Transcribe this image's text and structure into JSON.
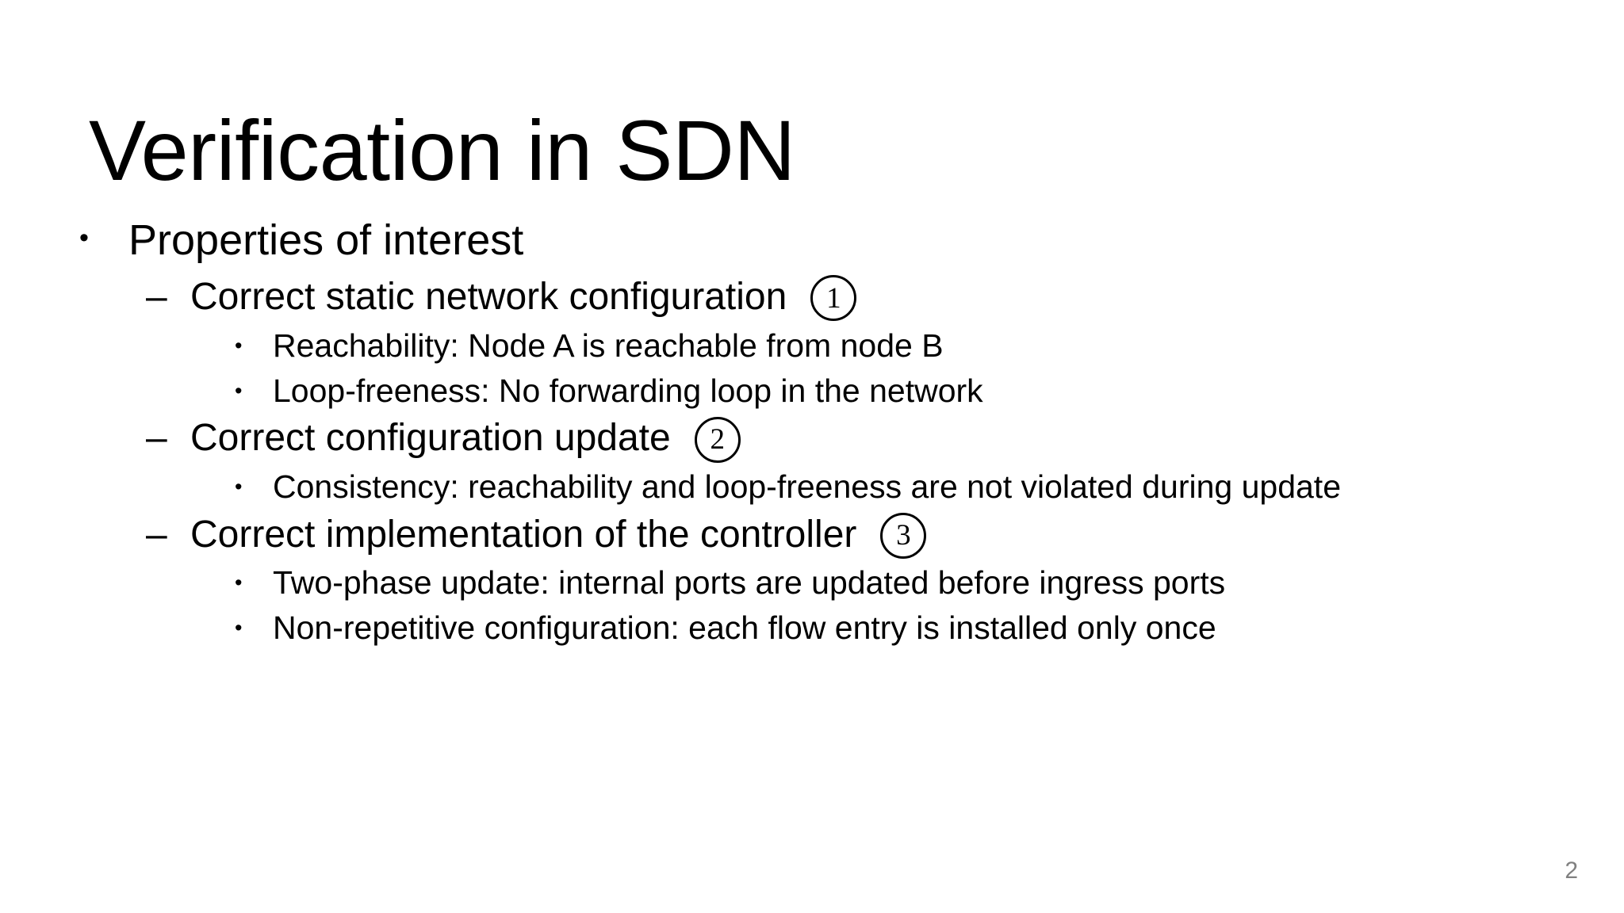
{
  "slide": {
    "title": "Verification in SDN",
    "page_number": "2",
    "page_number_color": "#808080",
    "text_color": "#000000",
    "background_color": "#ffffff",
    "markers": {
      "level1_bullet": "•",
      "level2_dash": "–",
      "level3_bullet": "•"
    },
    "content": [
      {
        "level": 1,
        "text": "Properties of interest"
      },
      {
        "level": 2,
        "text": "Correct static network configuration",
        "circled_number": "1"
      },
      {
        "level": 3,
        "text": "Reachability: Node A is reachable from node B"
      },
      {
        "level": 3,
        "text": "Loop-freeness: No forwarding loop in the network"
      },
      {
        "level": 2,
        "text": "Correct configuration update",
        "circled_number": "2"
      },
      {
        "level": 3,
        "text": "Consistency: reachability and loop-freeness are not violated during update"
      },
      {
        "level": 2,
        "text": "Correct implementation of the controller",
        "circled_number": "3"
      },
      {
        "level": 3,
        "text": "Two-phase update:  internal ports are updated before ingress ports"
      },
      {
        "level": 3,
        "text": "Non-repetitive configuration:  each flow entry is installed only once"
      }
    ]
  }
}
